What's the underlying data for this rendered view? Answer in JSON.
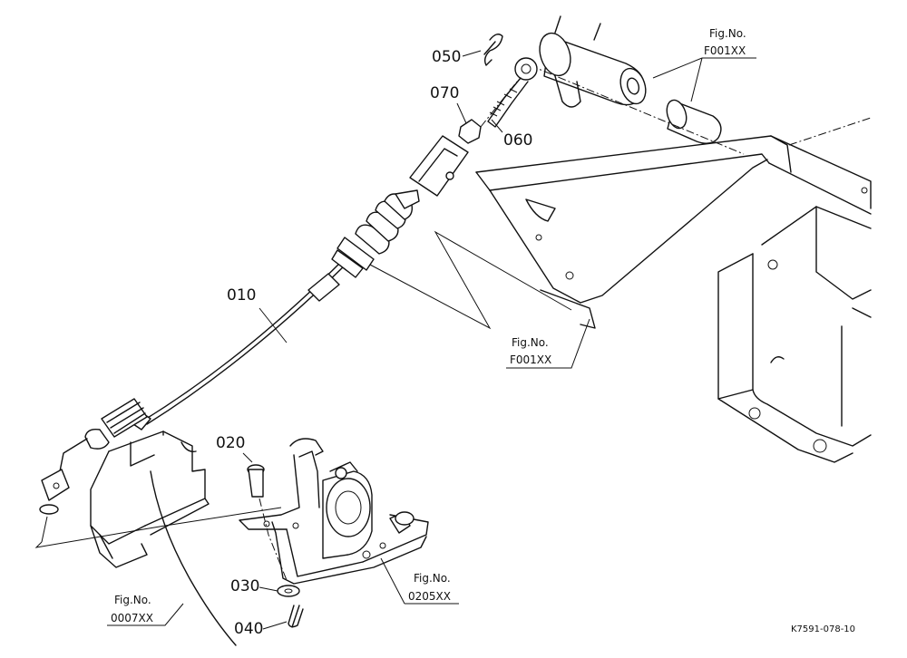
{
  "part_labels": [
    "010",
    "020",
    "030",
    "040",
    "050",
    "060",
    "070"
  ],
  "fig_refs": [
    {
      "line1": "Fig.No.",
      "line2": "F001XX"
    },
    {
      "line1": "Fig.No.",
      "line2": "F001XX"
    },
    {
      "line1": "Fig.No.",
      "line2": "0205XX"
    },
    {
      "line1": "Fig.No.",
      "line2": "0007XX"
    }
  ],
  "drawing_code": "K7591-078-10"
}
